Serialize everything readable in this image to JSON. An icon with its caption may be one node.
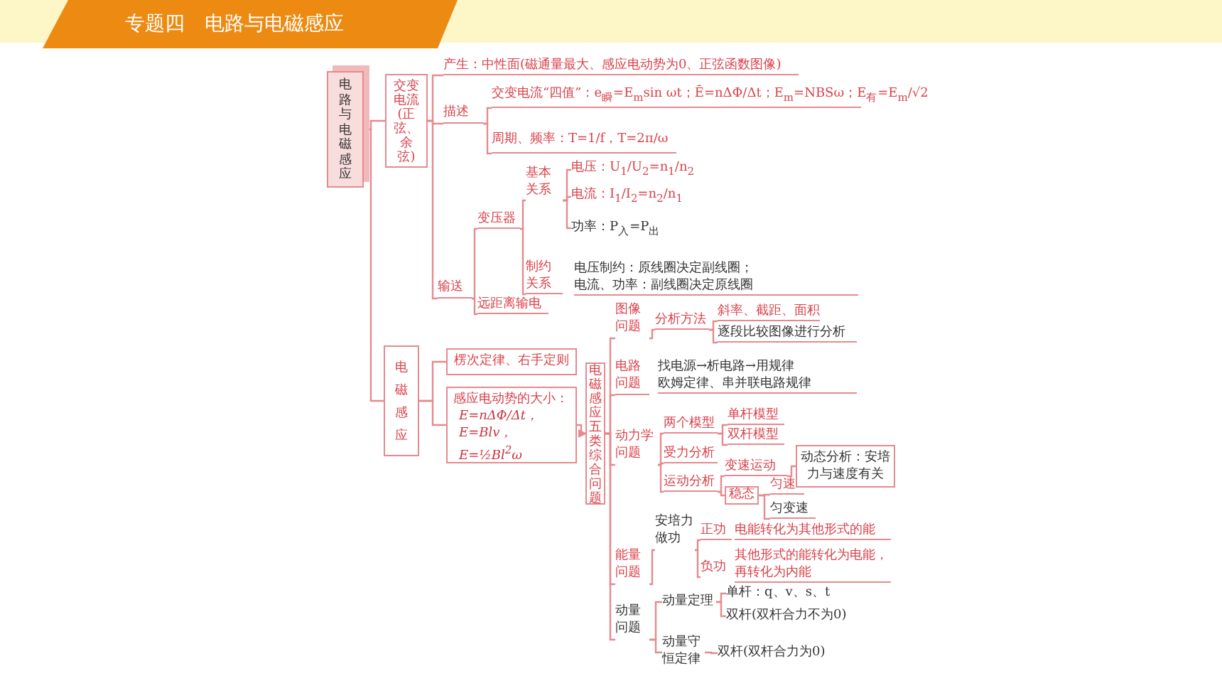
{
  "diagram": {
    "title": "专题四　电路与电磁感应",
    "nodes": [
      {
        "text": [
          "电路与电磁感应"
        ]
      },
      {
        "text": [
          "交变电流(正弦、余弦)"
        ]
      },
      {
        "text": [
          "产生：中性面(磁通量最大、感应电动势为0、正弦函数图像)"
        ]
      },
      {
        "text": [
          "描述"
        ]
      },
      {
        "text": [
          "交变电流“四值”：e$_{瞬}$=E$_{m}$sin ωt；Ē=nΔΦ/Δt；E$_{m}$=NBSω；E$_{有}$=E$_{m}$/√2"
        ]
      },
      {
        "text": [
          "周期、频率：T=1/f，T=2π/ω"
        ]
      },
      {
        "text": [
          "输送"
        ]
      },
      {
        "text": [
          "变压器"
        ]
      },
      {
        "text": [
          "基本关系"
        ]
      },
      {
        "text": [
          "电压：U$_{1}$/U$_{2}$=n$_{1}$/n$_{2}$"
        ]
      },
      {
        "text": [
          "电流：I$_{1}$/I$_{2}$=n$_{2}$/n$_{1}$"
        ]
      },
      {
        "text": [
          "功率：P$_{入}$=P$_{出}$"
        ]
      },
      {
        "text": [
          "制约关系"
        ],
        "beside": [
          "电压制约：原线圈决定副线圈；",
          "电流、功率：副线圈决定原线圈"
        ]
      },
      {
        "text": [
          "远距离输电"
        ]
      },
      {
        "text": [
          "电磁感应"
        ]
      },
      {
        "text": [
          "楞次定律、右手定则"
        ]
      },
      {
        "text": [
          "感应电动势的大小：",
          "E=nΔΦ/Δt，E=Blv，E=½Bl$^{2}$ω"
        ]
      },
      {
        "text": [
          "电磁感应五类综合问题"
        ]
      },
      {
        "text": [
          "图像问题"
        ]
      },
      {
        "text": [
          "分析方法"
        ]
      },
      {
        "text": [
          "斜率、截距、面积"
        ]
      },
      {
        "text": [
          "逐段比较图像进行分析"
        ]
      },
      {
        "text": [
          "电路问题"
        ],
        "beside": [
          "找电源→析电路→用规律",
          "欧姆定律、串并联电路规律"
        ]
      },
      {
        "text": [
          "动力学问题"
        ]
      },
      {
        "text": [
          "两个模型"
        ]
      },
      {
        "text": [
          "单杆模型"
        ]
      },
      {
        "text": [
          "双杆模型"
        ]
      },
      {
        "text": [
          "受力分析"
        ]
      },
      {
        "text": [
          "运动分析"
        ]
      },
      {
        "text": [
          "变速运动"
        ]
      },
      {
        "text": [
          "动态分析：安培力与速度有关"
        ]
      },
      {
        "text": [
          "稳态"
        ]
      },
      {
        "text": [
          "匀速"
        ]
      },
      {
        "text": [
          "匀变速"
        ]
      },
      {
        "text": [
          "能量问题"
        ]
      },
      {
        "text": [
          "安培力做功"
        ]
      },
      {
        "text": [
          "正功"
        ],
        "beside": [
          "电能转化为其他形式的能"
        ]
      },
      {
        "text": [
          "负功"
        ],
        "beside": [
          "其他形式的能转化为电能，",
          "再转化为内能"
        ]
      },
      {
        "text": [
          "动量问题"
        ]
      },
      {
        "text": [
          "动量定理"
        ]
      },
      {
        "text": [
          "单杆：q、v、s、t"
        ]
      },
      {
        "text": [
          "双杆(双杆合力不为0)"
        ]
      },
      {
        "text": [
          "动量守恒定律"
        ]
      },
      {
        "text": [
          "双杆(双杆合力为0)"
        ]
      }
    ],
    "edges": [
      {
        "from": 0,
        "to": 1,
        "arrow": "none"
      },
      {
        "from": 0,
        "to": 14,
        "arrow": "none"
      },
      {
        "from": 1,
        "to": 2,
        "arrow": "none"
      },
      {
        "from": 1,
        "to": 3,
        "arrow": "none"
      },
      {
        "from": 1,
        "to": 6,
        "arrow": "none"
      },
      {
        "from": 3,
        "to": 4,
        "arrow": "none"
      },
      {
        "from": 3,
        "to": 5,
        "arrow": "none"
      },
      {
        "from": 6,
        "to": 7,
        "arrow": "none"
      },
      {
        "from": 6,
        "to": 13,
        "arrow": "none"
      },
      {
        "from": 7,
        "to": 8,
        "arrow": "none"
      },
      {
        "from": 7,
        "to": 12,
        "arrow": "none"
      },
      {
        "from": 8,
        "to": 9,
        "arrow": "none"
      },
      {
        "from": 8,
        "to": 10,
        "arrow": "none"
      },
      {
        "from": 8,
        "to": 11,
        "arrow": "none"
      },
      {
        "from": 14,
        "to": 15,
        "arrow": "none"
      },
      {
        "from": 14,
        "to": 16,
        "arrow": "none"
      },
      {
        "from": 16,
        "to": 17,
        "arrow": "to"
      },
      {
        "from": 17,
        "to": 18,
        "arrow": "none"
      },
      {
        "from": 17,
        "to": 22,
        "arrow": "none"
      },
      {
        "from": 17,
        "to": 23,
        "arrow": "none"
      },
      {
        "from": 17,
        "to": 34,
        "arrow": "none"
      },
      {
        "from": 17,
        "to": 38,
        "arrow": "none"
      },
      {
        "from": 18,
        "to": 19,
        "arrow": "none"
      },
      {
        "from": 19,
        "to": 20,
        "arrow": "none"
      },
      {
        "from": 19,
        "to": 21,
        "arrow": "none"
      },
      {
        "from": 23,
        "to": 24,
        "arrow": "none"
      },
      {
        "from": 23,
        "to": 27,
        "arrow": "none"
      },
      {
        "from": 23,
        "to": 28,
        "arrow": "none"
      },
      {
        "from": 24,
        "to": 25,
        "arrow": "none"
      },
      {
        "from": 24,
        "to": 26,
        "arrow": "none"
      },
      {
        "from": 28,
        "to": 29,
        "arrow": "none"
      },
      {
        "from": 28,
        "to": 31,
        "arrow": "none"
      },
      {
        "from": 29,
        "to": 30,
        "arrow": "none"
      },
      {
        "from": 31,
        "to": 32,
        "arrow": "none"
      },
      {
        "from": 31,
        "to": 33,
        "arrow": "none"
      },
      {
        "from": 34,
        "to": 35,
        "arrow": "none"
      },
      {
        "from": 35,
        "to": 36,
        "arrow": "none"
      },
      {
        "from": 35,
        "to": 37,
        "arrow": "none"
      },
      {
        "from": 38,
        "to": 39,
        "arrow": "none"
      },
      {
        "from": 38,
        "to": 42,
        "arrow": "none"
      },
      {
        "from": 39,
        "to": 40,
        "arrow": "none"
      },
      {
        "from": 39,
        "to": 41,
        "arrow": "none"
      },
      {
        "from": 42,
        "to": 43,
        "arrow": "none"
      }
    ]
  }
}
